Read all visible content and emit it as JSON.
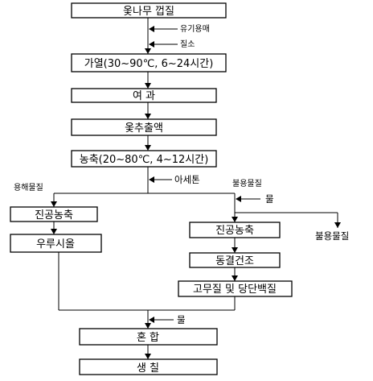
{
  "diagram": {
    "steps": {
      "bark": "옻나무 껍질",
      "heat": "가열(30~90℃, 6~24시간)",
      "filter": "여  과",
      "extract": "옻추출액",
      "concentrate": "농축(20~80℃, 4~12시간)",
      "vacuum_left": "진공농축",
      "urushiol": "우루시올",
      "vacuum_right": "진공농축",
      "freeze_dry": "동결건조",
      "rubber_protein": "고무질 및 당단백질",
      "mix": "혼  합",
      "paint": "생  칠"
    },
    "labels": {
      "organic_solvent": "유기용매",
      "nitrogen": "질소",
      "acetone": "아세톤",
      "soluble": "용해물질",
      "insoluble": "불용물질",
      "water_right": "물",
      "insoluble_out": "불용물질",
      "water_bottom": "물"
    }
  }
}
